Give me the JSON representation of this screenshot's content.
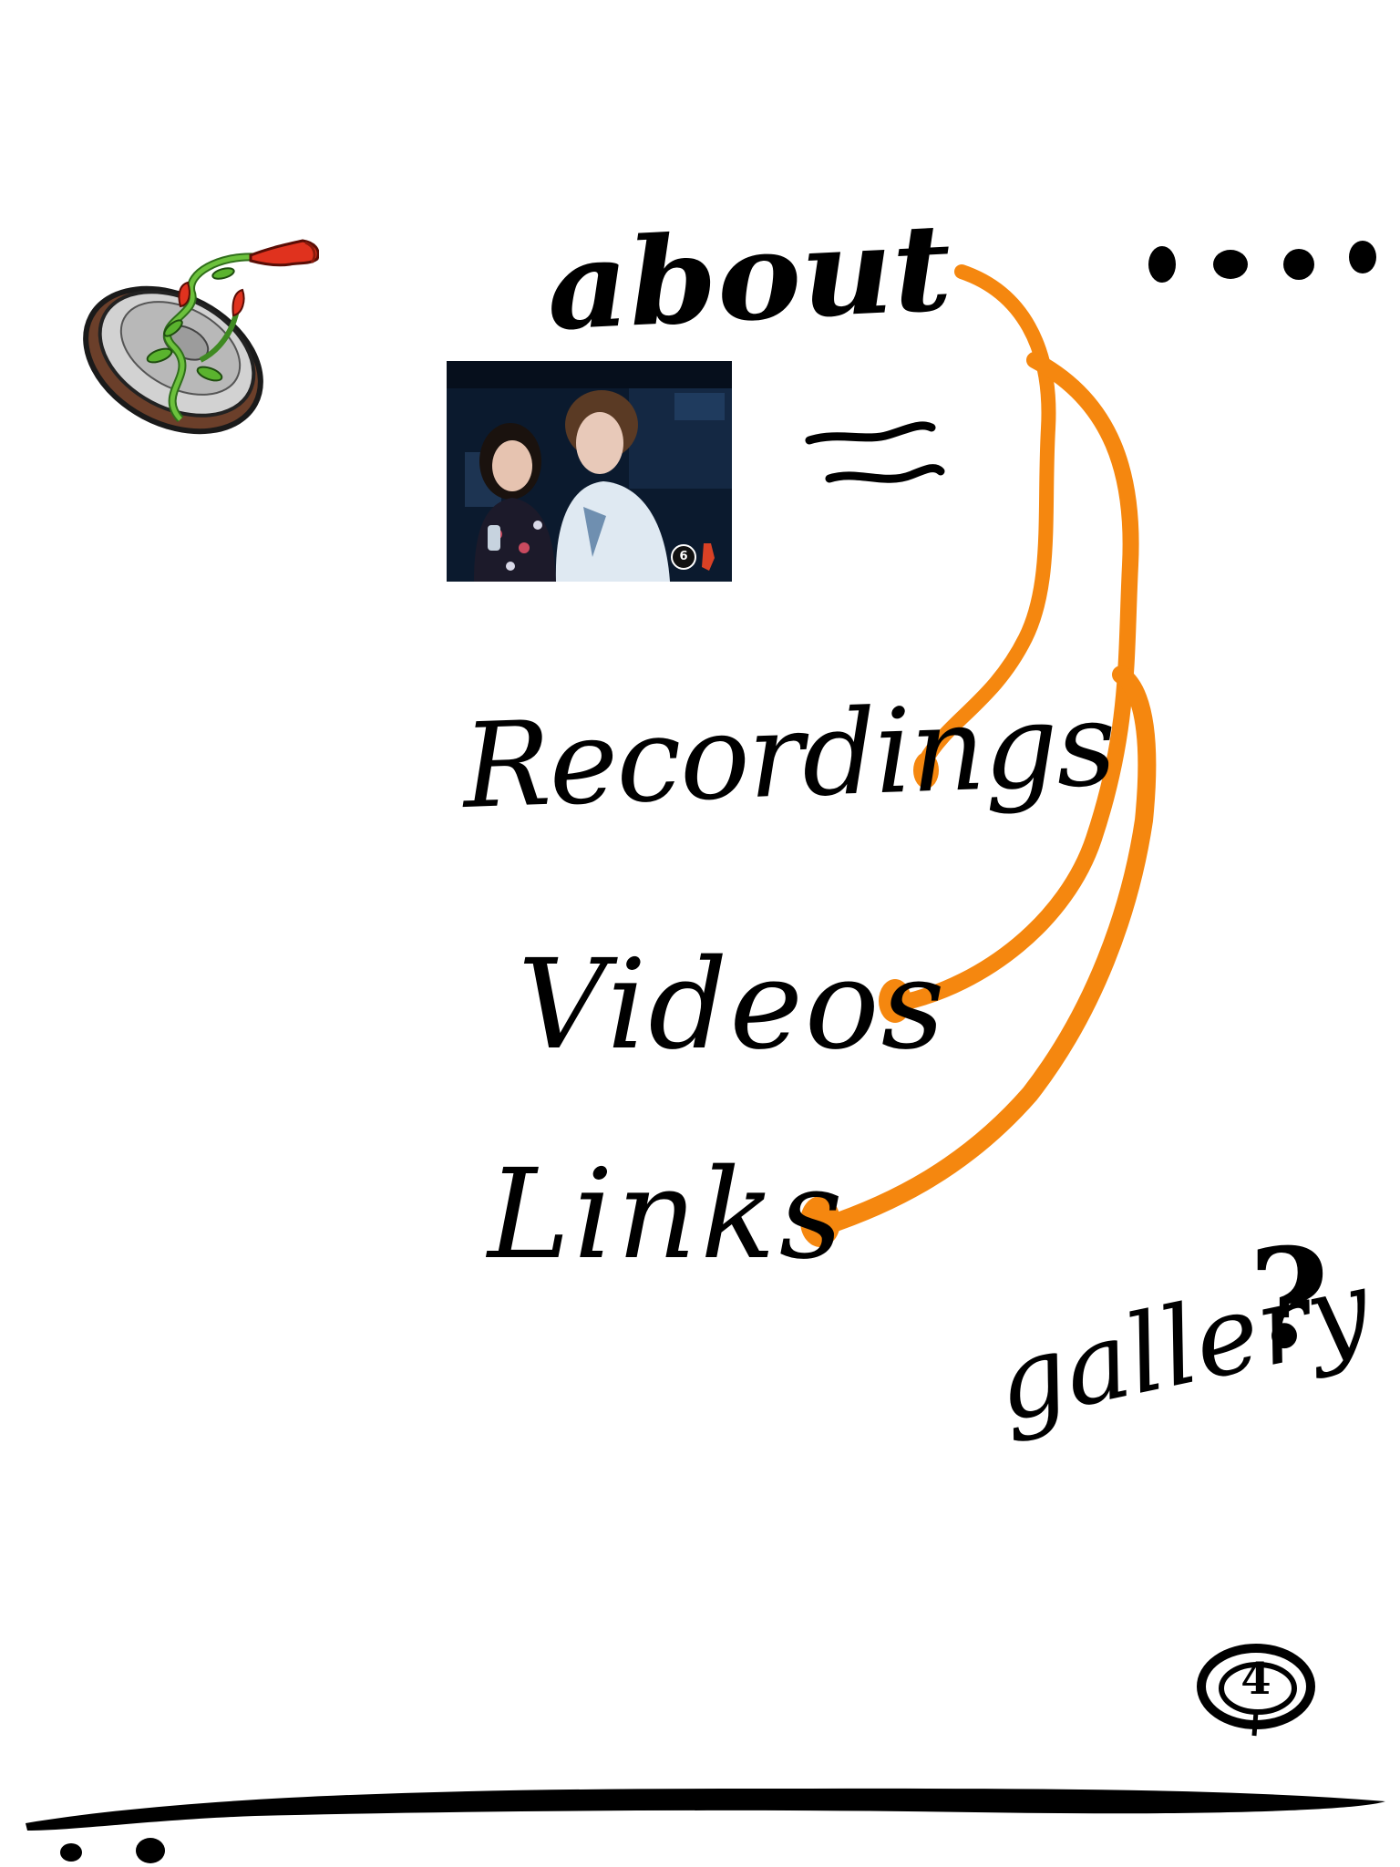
{
  "page": {
    "about_label": "about",
    "approx_symbol": "≈",
    "nav_links": [
      {
        "label": "Recordings"
      },
      {
        "label": "Videos"
      },
      {
        "label": "Links"
      }
    ],
    "gallery_label": "gallery",
    "gallery_question": "?",
    "page_number": "4",
    "ellipsis": "...."
  },
  "logo": {
    "name": "speaker-with-flower-logo",
    "colors": {
      "speaker_rim": "#6b3f2a",
      "speaker_cone": "#b8b8b8",
      "flower": "#e0321e",
      "vine": "#4b9a2c"
    }
  },
  "photo": {
    "name": "about-photo",
    "badge_left": "6",
    "colors": {
      "background": "#0b1a2e",
      "shirt": "#dfe9f2",
      "hair": "#5a3a24"
    }
  },
  "colors": {
    "ink": "#000000",
    "arrow": "#f5870f",
    "page": "#ffffff"
  },
  "icons": [
    "speaker-with-flower-logo",
    "curved-arrow-icon",
    "circle-icon",
    "ellipsis-dots-icon"
  ]
}
